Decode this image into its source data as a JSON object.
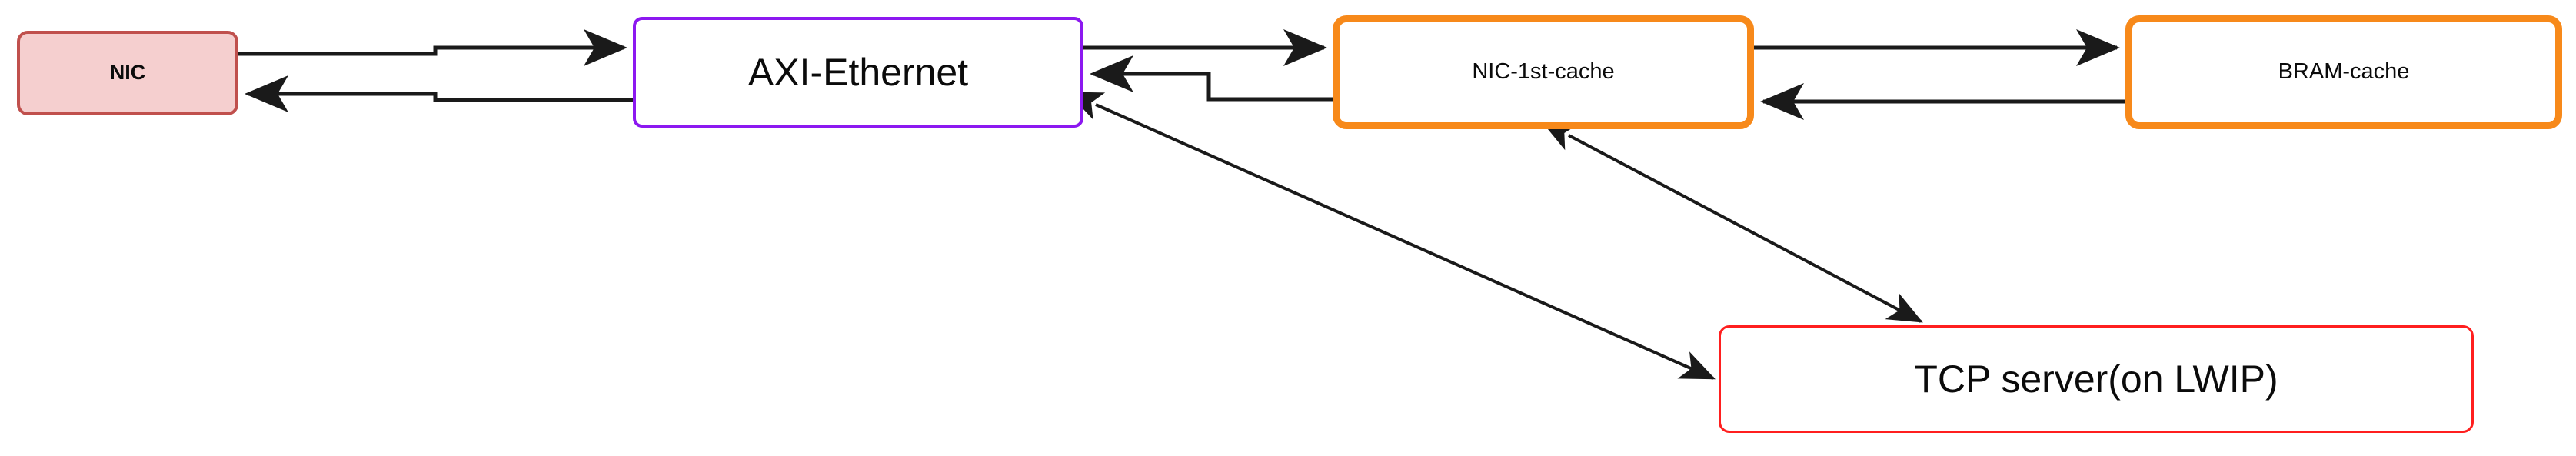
{
  "diagram": {
    "title": "NIC / AXI-Ethernet / cache / TCP server block diagram",
    "background_color": "#ffffff",
    "nodes": [
      {
        "id": "nic",
        "label": "NIC",
        "border_color": "#c0504d",
        "fill_color": "#f5cfcf",
        "text_color": "#0b0b0b"
      },
      {
        "id": "axi",
        "label": "AXI-Ethernet",
        "border_color": "#8c18f0",
        "fill_color": "#ffffff",
        "text_color": "#0b0b0b"
      },
      {
        "id": "nic1st",
        "label": "NIC-1st-cache",
        "border_color": "#f7891a",
        "fill_color": "#ffffff",
        "text_color": "#0b0b0b"
      },
      {
        "id": "bram",
        "label": "BRAM-cache",
        "border_color": "#f7891a",
        "fill_color": "#ffffff",
        "text_color": "#0b0b0b"
      },
      {
        "id": "tcp",
        "label": "TCP server(on LWIP)",
        "border_color": "#ff1f1f",
        "fill_color": "#ffffff",
        "text_color": "#0b0b0b"
      }
    ],
    "edges": [
      {
        "id": "nic-to-axi",
        "from": "nic",
        "to": "axi",
        "style": "orthogonal",
        "arrows": "to",
        "color": "#1a1a1a"
      },
      {
        "id": "axi-to-nic",
        "from": "axi",
        "to": "nic",
        "style": "orthogonal",
        "arrows": "to",
        "color": "#1a1a1a"
      },
      {
        "id": "axi-to-nic1st",
        "from": "axi",
        "to": "nic1st",
        "style": "straight",
        "arrows": "to",
        "color": "#1a1a1a"
      },
      {
        "id": "nic1st-to-axi",
        "from": "nic1st",
        "to": "axi",
        "style": "orthogonal",
        "arrows": "to",
        "color": "#1a1a1a"
      },
      {
        "id": "nic1st-to-bram",
        "from": "nic1st",
        "to": "bram",
        "style": "straight",
        "arrows": "to",
        "color": "#1a1a1a"
      },
      {
        "id": "bram-to-nic1st",
        "from": "bram",
        "to": "nic1st",
        "style": "straight",
        "arrows": "to",
        "color": "#1a1a1a"
      },
      {
        "id": "axi-tcp-bidir",
        "from": "axi",
        "to": "tcp",
        "style": "diagonal",
        "arrows": "both",
        "color": "#1a1a1a"
      },
      {
        "id": "nic1st-tcp-bidir",
        "from": "nic1st",
        "to": "tcp",
        "style": "diagonal",
        "arrows": "both",
        "color": "#1a1a1a"
      }
    ]
  }
}
